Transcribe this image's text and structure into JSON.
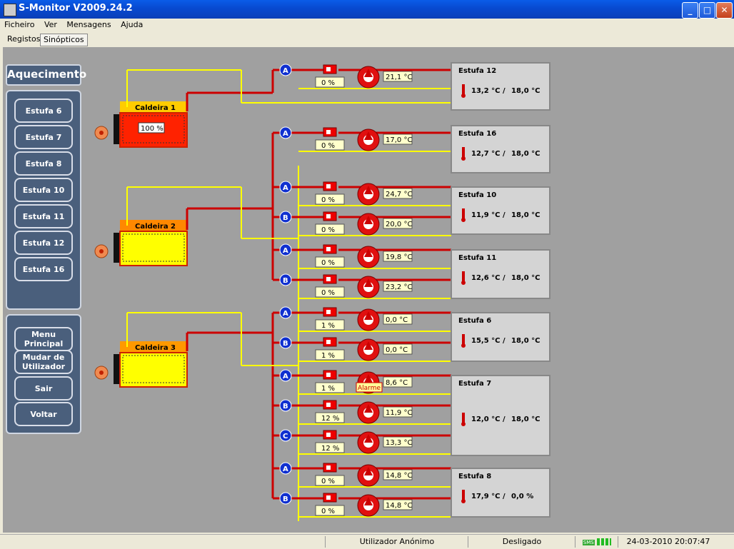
{
  "window": {
    "title": "S-Monitor V2009.24.2"
  },
  "menu": [
    "Ficheiro",
    "Ver",
    "Mensagens",
    "Ajuda"
  ],
  "tabs": [
    "Registos",
    "Sinópticos"
  ],
  "sidebar": {
    "header": "Aquecimento",
    "estufas": [
      "Estufa 6",
      "Estufa 7",
      "Estufa 8",
      "Estufa 10",
      "Estufa 11",
      "Estufa 12",
      "Estufa 16"
    ],
    "actions": [
      {
        "line1": "Menu",
        "line2": "Principal"
      },
      {
        "line1": "Mudar de",
        "line2": "Utilizador"
      },
      {
        "line1": "Sair",
        "line2": ""
      },
      {
        "line1": "Voltar",
        "line2": ""
      }
    ]
  },
  "boilers": [
    {
      "name": "Caldeira 1",
      "value": "100 %"
    },
    {
      "name": "Caldeira 2",
      "value": ""
    },
    {
      "name": "Caldeira 3",
      "value": ""
    }
  ],
  "circuits": [
    {
      "letter": "A",
      "valve": "0 %",
      "temp": "21,1 °C",
      "alarm": ""
    },
    {
      "letter": "A",
      "valve": "0 %",
      "temp": "17,0 °C",
      "alarm": ""
    },
    {
      "letter": "A",
      "valve": "0 %",
      "temp": "24,7 °C",
      "alarm": ""
    },
    {
      "letter": "B",
      "valve": "0 %",
      "temp": "20,0 °C",
      "alarm": ""
    },
    {
      "letter": "A",
      "valve": "0 %",
      "temp": "19,8 °C",
      "alarm": ""
    },
    {
      "letter": "B",
      "valve": "0 %",
      "temp": "23,2 °C",
      "alarm": ""
    },
    {
      "letter": "A",
      "valve": "1 %",
      "temp": "0,0 °C",
      "alarm": ""
    },
    {
      "letter": "B",
      "valve": "1 %",
      "temp": "0,0 °C",
      "alarm": ""
    },
    {
      "letter": "A",
      "valve": "1 %",
      "temp": "8,6 °C",
      "alarm": "Alarme"
    },
    {
      "letter": "B",
      "valve": "12 %",
      "temp": "11,9 °C",
      "alarm": ""
    },
    {
      "letter": "C",
      "valve": "12 %",
      "temp": "13,3 °C",
      "alarm": ""
    },
    {
      "letter": "A",
      "valve": "0 %",
      "temp": "14,8 °C",
      "alarm": ""
    },
    {
      "letter": "B",
      "valve": "0 %",
      "temp": "14,8 °C",
      "alarm": ""
    }
  ],
  "greenhouses": [
    {
      "name": "Estufa 12",
      "reading": "13,2 °C",
      "setpoint": "18,0 °C"
    },
    {
      "name": "Estufa 16",
      "reading": "12,7 °C",
      "setpoint": "18,0 °C"
    },
    {
      "name": "Estufa 10",
      "reading": "11,9 °C",
      "setpoint": "18,0 °C"
    },
    {
      "name": "Estufa 11",
      "reading": "12,6 °C",
      "setpoint": "18,0 °C"
    },
    {
      "name": "Estufa 6",
      "reading": "15,5 °C",
      "setpoint": "18,0 °C"
    },
    {
      "name": "Estufa 7",
      "reading": "12,0 °C",
      "setpoint": "18,0 °C"
    },
    {
      "name": "Estufa 8",
      "reading": "17,9 °C",
      "setpoint": "0,0 %"
    }
  ],
  "separator": "/",
  "statusbar": {
    "user": "Utilizador Anónimo",
    "state": "Desligado",
    "sms": "SMS",
    "datetime": "24-03-2010 20:07:47"
  },
  "colors": {
    "hot_pipe": "#cc0000",
    "cold_pipe": "#ffff00",
    "canvas": "#a0a0a0",
    "panel": "#4a5f7c"
  }
}
